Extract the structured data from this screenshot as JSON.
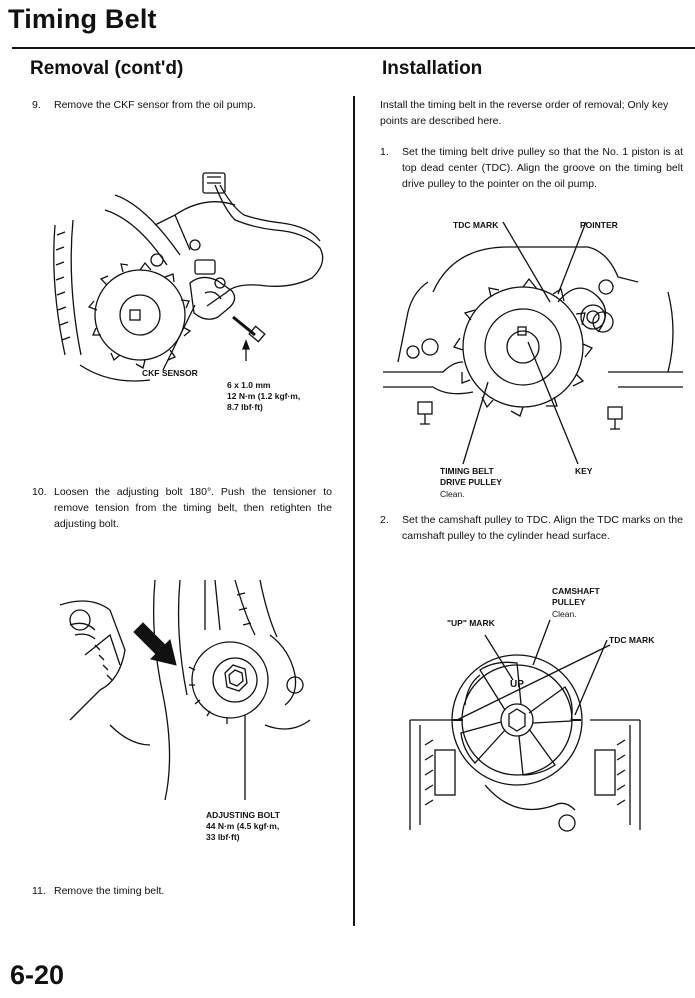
{
  "page": {
    "title": "Timing Belt",
    "number": "6-20"
  },
  "removal": {
    "heading": "Removal (cont'd)",
    "steps": [
      {
        "num": "9.",
        "text": "Remove the CKF sensor from the oil pump."
      },
      {
        "num": "10.",
        "text": "Loosen the adjusting bolt 180°. Push the tensioner to remove tension from the timing belt, then retighten the adjusting bolt."
      },
      {
        "num": "11.",
        "text": "Remove the timing belt."
      }
    ],
    "fig1": {
      "sensor_label": "CKF SENSOR",
      "bolt_size": "6 x 1.0 mm",
      "torque_1": "12 N·m (1.2 kgf·m,",
      "torque_2": "8.7 lbf·ft)"
    },
    "fig2": {
      "bolt_label": "ADJUSTING BOLT",
      "torque_1": "44 N·m (4.5 kgf·m,",
      "torque_2": "33 lbf·ft)"
    }
  },
  "installation": {
    "heading": "Installation",
    "intro": "Install the timing belt in the reverse order of removal; Only key points are described here.",
    "steps": [
      {
        "num": "1.",
        "text": "Set the timing belt drive pulley so that the No. 1 piston is at top dead center (TDC). Align the groove on the timing belt drive pulley to the pointer on the oil pump."
      },
      {
        "num": "2.",
        "text": "Set the camshaft pulley to TDC. Align the TDC marks on the camshaft pulley to the cylinder head surface."
      }
    ],
    "fig3": {
      "tdc_mark": "TDC MARK",
      "pointer": "POINTER",
      "pulley_1": "TIMING BELT",
      "pulley_2": "DRIVE PULLEY",
      "pulley_note": "Clean.",
      "key": "KEY"
    },
    "fig4": {
      "cam_1": "CAMSHAFT",
      "cam_2": "PULLEY",
      "cam_note": "Clean.",
      "up_mark": "\"UP\" MARK",
      "tdc_mark": "TDC MARK",
      "up_glyph": "UP"
    }
  }
}
